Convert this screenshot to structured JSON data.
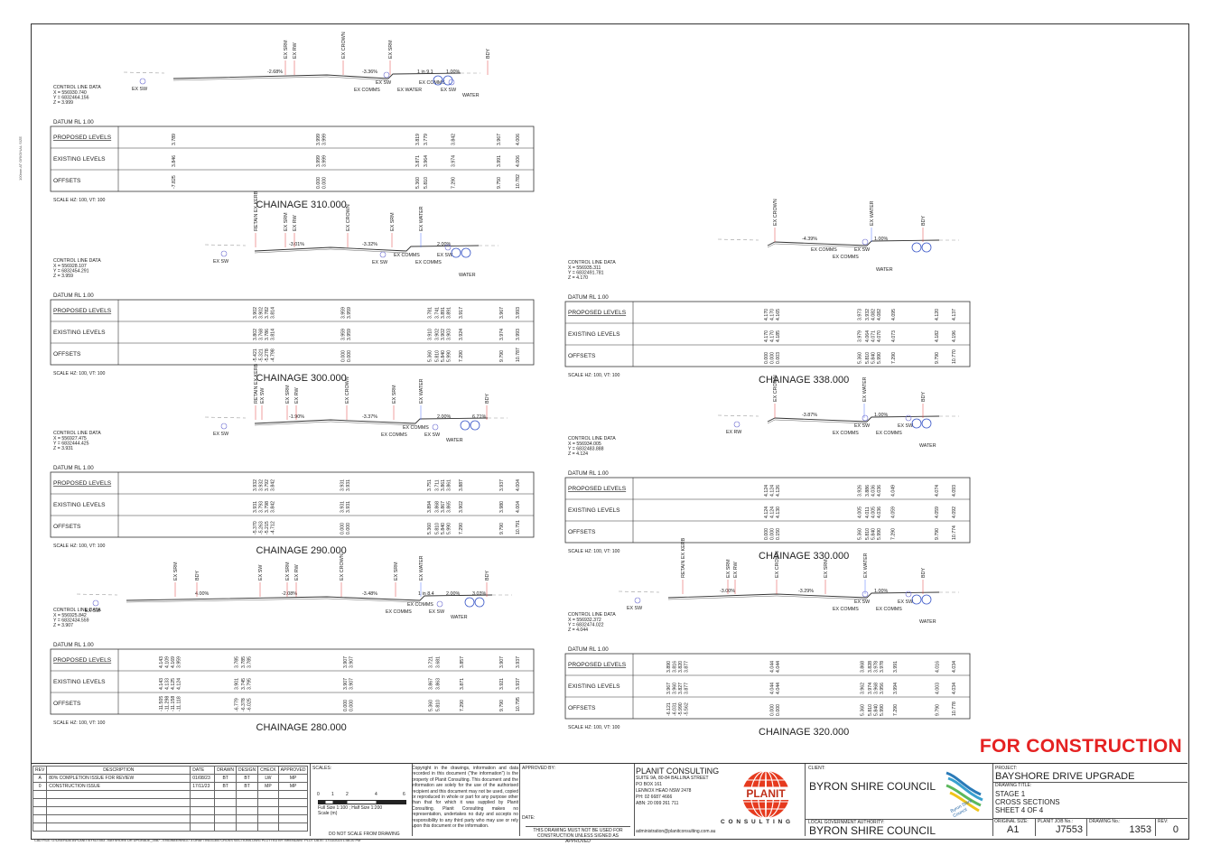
{
  "stamp": "FOR CONSTRUCTION",
  "edge_text": "100mm AT ORIGINAL SIZE",
  "cad_file": "CAD FILE: G:\\USERDATA\\PLANIT\\SYNJ7553 - BAYSHORE DR UPGRADE_0087 - ENGINEERING\\7.4 DRAFTING\\1300 CROSS SECTIONS.DWG PLOTTED BY: BRENDANT  PLOT DATE: 17/11/2023 1:46:20 PM",
  "labels": {
    "control_line_data": "CONTROL LINE DATA",
    "datum": "DATUM RL 1.00",
    "proposed": "PROPOSED LEVELS",
    "existing": "EXISTING LEVELS",
    "offsets": "OFFSETS",
    "scale": "SCALE HZ: 100, VT: 100"
  },
  "sections": [
    {
      "chainage": "CHAINAGE 310.000",
      "ctrl": [
        "X = 556930.740",
        "Y = 6832464.156",
        "Z = 3.999"
      ],
      "grades": [
        "-2.68%",
        "-3.36%",
        "1 in 9.1",
        "1.00%"
      ],
      "tags": [
        "EX SRM",
        "EX RW",
        "EX CROWN",
        "EX SRM",
        "BDY"
      ],
      "features": [
        "EX SW",
        "EX COMMS",
        "EX SW",
        "EX WATER",
        "EX COMMS",
        "EX SW",
        "WATER"
      ],
      "proposed": [
        "3.789",
        "3.999",
        "3.999",
        "3.819",
        "3.779",
        "3.842",
        "3.967",
        "4.006"
      ],
      "existing": [
        "3.846",
        "3.999",
        "3.999",
        "3.871",
        "3.964",
        "3.974",
        "3.991",
        "4.006"
      ],
      "offsets": [
        "-7.825",
        "0.000",
        "0.000",
        "5.360",
        "5.810",
        "7.290",
        "9.750",
        "10.782"
      ]
    },
    {
      "chainage": "CHAINAGE 300.000",
      "ctrl": [
        "X = 556928.107",
        "Y = 6832454.291",
        "Z = 3.959"
      ],
      "grades": [
        "-3.01%",
        "-3.32%",
        "2.00%"
      ],
      "tags": [
        "RETAIN EX KERB",
        "EX SRM",
        "EX RW",
        "EX CROWN",
        "EX SRM",
        "EX WATER"
      ],
      "features": [
        "EX SW",
        "EX SW",
        "EX COMMS",
        "EX COMMS",
        "EX SW",
        "WATER"
      ],
      "proposed": [
        "3.902",
        "3.902",
        "3.782",
        "3.814",
        "3.959",
        "3.959",
        "3.781",
        "3.741",
        "3.891",
        "3.891",
        "3.917",
        "3.967",
        "3.993"
      ],
      "existing": [
        "3.802",
        "3.768",
        "3.786",
        "3.814",
        "3.959",
        "3.959",
        "3.910",
        "3.902",
        "3.902",
        "3.903",
        "3.924",
        "3.974",
        "3.993"
      ],
      "offsets": [
        "-5.421",
        "-5.321",
        "-5.278",
        "-4.798",
        "0.000",
        "0.000",
        "5.360",
        "5.810",
        "5.840",
        "5.990",
        "7.290",
        "9.790",
        "10.787"
      ]
    },
    {
      "chainage": "CHAINAGE 290.000",
      "ctrl": [
        "X = 556927.475",
        "Y = 6832444.425",
        "Z = 3.931"
      ],
      "grades": [
        "-1.90%",
        "-3.37%",
        "2.00%",
        "6.71%"
      ],
      "tags": [
        "RETAIN EX KERB",
        "EX SW",
        "EX SRM",
        "EX RW",
        "EX CROWN",
        "EX SRM",
        "EX WATER",
        "BDY"
      ],
      "features": [
        "EX SW",
        "EX COMMS",
        "EX COMMS",
        "EX SW",
        "WATER"
      ],
      "proposed": [
        "3.932",
        "3.932",
        "3.792",
        "3.842",
        "3.931",
        "3.931",
        "3.751",
        "3.711",
        "3.861",
        "3.861",
        "3.887",
        "3.937",
        "4.004"
      ],
      "existing": [
        "3.931",
        "3.793",
        "3.798",
        "3.842",
        "3.931",
        "3.931",
        "3.894",
        "3.868",
        "3.867",
        "3.865",
        "3.902",
        "3.980",
        "4.004"
      ],
      "offsets": [
        "-5.370",
        "-5.263",
        "-5.215",
        "-4.712",
        "0.000",
        "0.000",
        "5.360",
        "5.810",
        "5.840",
        "5.990",
        "7.290",
        "9.790",
        "10.791"
      ]
    },
    {
      "chainage": "CHAINAGE 280.000",
      "ctrl": [
        "X = 556925.842",
        "Y = 6832434.559",
        "Z = 3.907"
      ],
      "grades": [
        "4.00%",
        "-2.08%",
        "-3.48%",
        "1 in 8.4",
        "2.00%",
        "3.03%"
      ],
      "tags": [
        "EX SRM",
        "BDY",
        "EX SW",
        "EX SRM",
        "EX RW",
        "EX CROWN",
        "EX SRM",
        "EX WATER",
        "BDY"
      ],
      "features": [
        "EX SW",
        "EX COMMS",
        "EX COMMS",
        "EX SW",
        "WATER"
      ],
      "proposed": [
        "4.143",
        "4.109",
        "4.169",
        "3.959",
        "3.785",
        "3.785",
        "3.785",
        "3.907",
        "3.907",
        "3.721",
        "3.681",
        "3.857",
        "3.907",
        "3.937"
      ],
      "existing": [
        "4.143",
        "4.133",
        "4.125",
        "4.124",
        "3.901",
        "3.745",
        "3.795",
        "3.907",
        "3.907",
        "3.867",
        "3.863",
        "3.871",
        "3.921",
        "3.937"
      ],
      "offsets": [
        "-11.505",
        "-11.298",
        "-11.158",
        "-11.118",
        "-6.779",
        "-6.378",
        "-6.025",
        "0.000",
        "0.000",
        "5.360",
        "5.810",
        "7.290",
        "9.790",
        "10.795"
      ]
    },
    {
      "chainage": "CHAINAGE 338.000",
      "ctrl": [
        "X = 556935.311",
        "Y = 6832491.781",
        "Z = 4.170"
      ],
      "grades": [
        "-4.39%",
        "1.00%"
      ],
      "tags": [
        "EX CROWN",
        "EX WATER",
        "BDY"
      ],
      "features": [
        "EX COMMS",
        "EX COMMS",
        "EX SW",
        "WATER"
      ],
      "proposed": [
        "4.170",
        "4.170",
        "4.165",
        "3.973",
        "3.932",
        "4.082",
        "4.082",
        "4.095",
        "4.120",
        "4.137"
      ],
      "existing": [
        "4.170",
        "4.170",
        "4.185",
        "3.979",
        "4.064",
        "4.071",
        "4.070",
        "4.073",
        "4.182",
        "4.196"
      ],
      "offsets": [
        "0.000",
        "0.000",
        "0.003",
        "5.360",
        "5.810",
        "5.840",
        "5.990",
        "7.290",
        "9.790",
        "10.770"
      ]
    },
    {
      "chainage": "CHAINAGE 330.000",
      "ctrl": [
        "X = 556934.005",
        "Y = 6832483.888",
        "Z = 4.124"
      ],
      "grades": [
        "-3.87%",
        "1.00%"
      ],
      "tags": [
        "EX CROWN",
        "EX WATER",
        "BDY"
      ],
      "features": [
        "EX RW",
        "EX COMMS",
        "EX SW",
        "EX COMMS",
        "EX SW",
        "WATER"
      ],
      "proposed": [
        "4.124",
        "4.124",
        "4.126",
        "3.926",
        "3.886",
        "4.036",
        "4.036",
        "4.049",
        "4.074",
        "4.093"
      ],
      "existing": [
        "4.124",
        "4.124",
        "4.130",
        "4.005",
        "4.011",
        "4.005",
        "4.036",
        "4.059",
        "4.059",
        "4.092"
      ],
      "offsets": [
        "0.000",
        "0.000",
        "0.150",
        "5.360",
        "5.810",
        "5.840",
        "5.990",
        "7.290",
        "9.790",
        "10.774"
      ]
    },
    {
      "chainage": "CHAINAGE 320.000",
      "ctrl": [
        "X = 556932.372",
        "Y = 6832474.022",
        "Z = 4.044"
      ],
      "grades": [
        "-3.00%",
        "-3.29%",
        "1.00%"
      ],
      "tags": [
        "RETAIN EX KERB",
        "EX SRM",
        "EX RW",
        "EX CROWN",
        "EX SRM",
        "EX WATER",
        "BDY"
      ],
      "features": [
        "EX SW",
        "EX COMMS",
        "EX SW",
        "EX COMMS",
        "EX SW",
        "WATER"
      ],
      "proposed": [
        "3.890",
        "3.816",
        "3.820",
        "3.877",
        "4.044",
        "4.044",
        "3.868",
        "3.828",
        "3.978",
        "3.978",
        "3.991",
        "4.016",
        "4.034"
      ],
      "existing": [
        "3.967",
        "3.960",
        "3.827",
        "3.877",
        "4.044",
        "4.044",
        "3.962",
        "3.974",
        "3.968",
        "3.956",
        "3.994",
        "4.003",
        "4.034"
      ],
      "offsets": [
        "-6.121",
        "-6.031",
        "-5.990",
        "-5.562",
        "0.000",
        "0.000",
        "5.360",
        "5.810",
        "5.840",
        "5.990",
        "7.290",
        "9.790",
        "10.778"
      ]
    }
  ],
  "revision": {
    "headers": [
      "REV",
      "DESCRIPTION",
      "DATE",
      "DRAWN",
      "DESIGN",
      "CHECK",
      "APPROVED"
    ],
    "rows": [
      [
        "A",
        "80% COMPLETION ISSUE FOR REVIEW",
        "01/08/23",
        "BT",
        "BT",
        "LW",
        "MP"
      ],
      [
        "0",
        "CONSTRUCTION ISSUE",
        "17/11/23",
        "BT",
        "BT",
        "MP",
        "MP"
      ]
    ]
  },
  "scales": {
    "title": "SCALES:",
    "ticks": [
      "0",
      "1",
      "2",
      "4",
      "6"
    ],
    "caption": "Full Size 1:100 ; Half Size 1:200",
    "unit": "Scale (m)",
    "note": "DO NOT SCALE FROM DRAWING"
  },
  "copyright": "Copyright in the drawings, information and data recorded in this document (\"the information\") is the property of Planit Consulting. This document and the information are solely for the use of the authorised recipient and this document may not be used, copied or reproduced in whole or part for any purpose other than that for which it was supplied by Planit Consulting. Planit Consulting makes no representation, undertakes no duty and accepts no responsibility to any third party who may use or rely upon this document or the information.",
  "approved": {
    "label": "APPROVED BY:",
    "date": "DATE:",
    "note": "THIS DRAWING MUST NOT BE USED FOR CONSTRUCTION UNLESS SIGNED AS APPROVED"
  },
  "firm": {
    "name": "PLANIT CONSULTING",
    "address": [
      "SUITE 9A, 80-84 BALLINA STREET",
      "PO BOX 161",
      "LENNOX HEAD NSW 2478",
      "PH: 02 6687 4666",
      "ABN: 20 099 261 711"
    ],
    "email": "administration@planitconsulting.com.au",
    "logo_word": "PLANIT",
    "logo_sub": "C O N S U L T I N G",
    "logo_color": "#e63a1e"
  },
  "client": {
    "label": "CLIENT:",
    "name": "BYRON SHIRE COUNCIL",
    "lga_label": "LOCAL GOVERNMENT AUTHORITY:",
    "lga": "BYRON SHIRE COUNCIL",
    "logo_text": "Byron Shire Council"
  },
  "project": {
    "label": "PROJECT:",
    "name": "BAYSHORE DRIVE UPGRADE",
    "title_label": "DRAWING TITLE:",
    "title": [
      "STAGE 1",
      "CROSS SECTIONS",
      "SHEET 4 OF 4"
    ],
    "size_label": "ORIGINAL SIZE:",
    "size": "A1",
    "job_label": "PLANIT JOB No.:",
    "job": "J7553",
    "dwg_label": "DRAWING No.:",
    "dwg": "1353",
    "rev_label": "REV:",
    "rev": "0"
  }
}
